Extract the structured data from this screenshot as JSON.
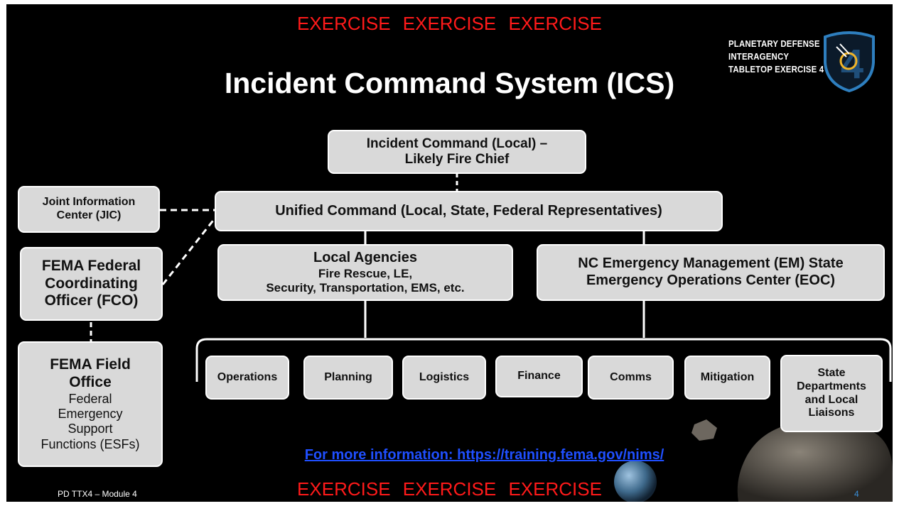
{
  "banner_top": "EXERCISE   EXERCISE   EXERCISE",
  "banner_bottom": "EXERCISE   EXERCISE   EXERCISE",
  "title": "Incident Command System (ICS)",
  "logo": {
    "line1": "PLANETARY DEFENSE",
    "line2": "INTERAGENCY",
    "line3": "TABLETOP EXERCISE 4",
    "badge_text": "4"
  },
  "org": {
    "incident_command": {
      "line1": "Incident Command (Local) –",
      "line2": "Likely Fire Chief"
    },
    "unified_command": "Unified Command (Local, State, Federal Representatives)",
    "jic": {
      "line1": "Joint Information",
      "line2": "Center (JIC)"
    },
    "fco": {
      "line1": "FEMA Federal",
      "line2": "Coordinating",
      "line3": "Officer (FCO)"
    },
    "field_office": {
      "title1": "FEMA Field",
      "title2": "Office",
      "desc1": "Federal",
      "desc2": "Emergency",
      "desc3": "Support",
      "desc4": "Functions (ESFs)"
    },
    "local_agencies": {
      "title": "Local Agencies",
      "line1": "Fire Rescue, LE,",
      "line2": "Security, Transportation, EMS, etc."
    },
    "nc_em": {
      "line1": "NC Emergency Management (EM) State",
      "line2": "Emergency Operations Center (EOC)"
    },
    "sections": [
      "Operations",
      "Planning",
      "Logistics",
      "Finance",
      "Comms",
      "Mitigation"
    ],
    "liaisons": {
      "line1": "State",
      "line2": "Departments",
      "line3": "and Local",
      "line4": "Liaisons"
    }
  },
  "link_text": "For more information: https://training.fema.gov/nims/",
  "footer_left": "PD TTX4 – Module 4",
  "page_number": "4",
  "colors": {
    "banner": "#ff1a1a",
    "box_fill": "#d9d9d9",
    "link": "#1f4fff",
    "badge": "#2e7fbf"
  }
}
